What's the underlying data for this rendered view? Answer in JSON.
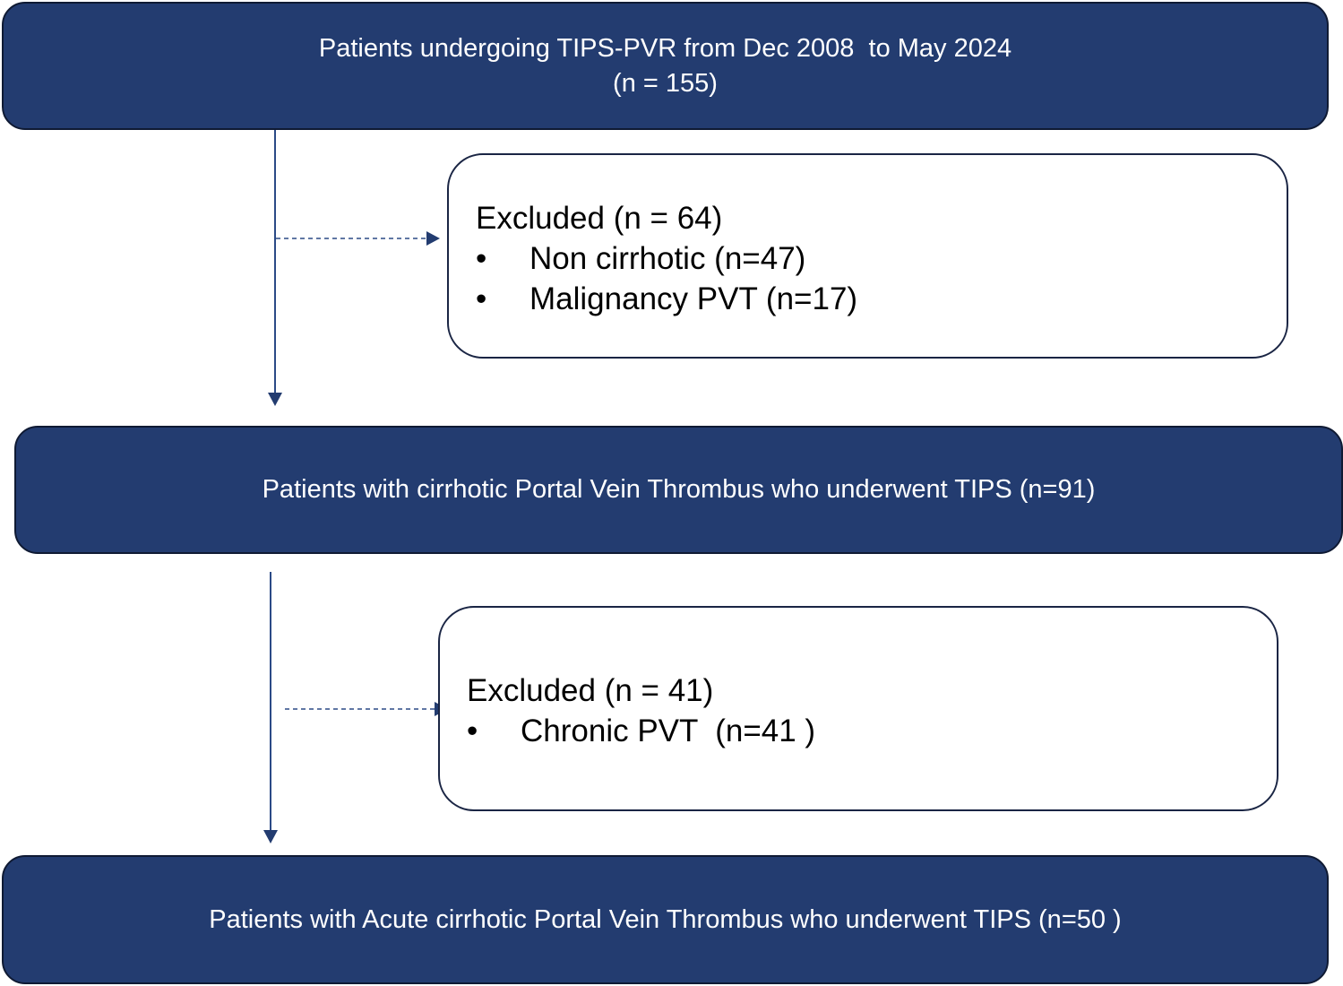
{
  "flowchart": {
    "colors": {
      "box_fill": "#233c70",
      "box_border": "#0f1a33",
      "arrow": "#2b4a86",
      "outline_border": "#1a2544",
      "text_on_fill": "#ffffff",
      "text_on_white": "#000000"
    },
    "step1": {
      "line1": "Patients undergoing TIPS-PVR from Dec 2008  to May 2024",
      "line2": "(n = 155)"
    },
    "exclusion1": {
      "heading": "Excluded (n = 64)",
      "items": [
        {
          "bullet": "•",
          "label": "Non cirrhotic (n=47)"
        },
        {
          "bullet": "•",
          "label": "Malignancy PVT (n=17)"
        }
      ]
    },
    "step2": {
      "label": "Patients with cirrhotic Portal Vein Thrombus who underwent TIPS (n=91)"
    },
    "exclusion2": {
      "heading": "Excluded (n = 41)",
      "items": [
        {
          "bullet": "•",
          "label": "Chronic PVT  (n=41 )"
        }
      ]
    },
    "step3": {
      "label": "Patients with Acute cirrhotic Portal Vein Thrombus who underwent TIPS (n=50 )"
    }
  }
}
